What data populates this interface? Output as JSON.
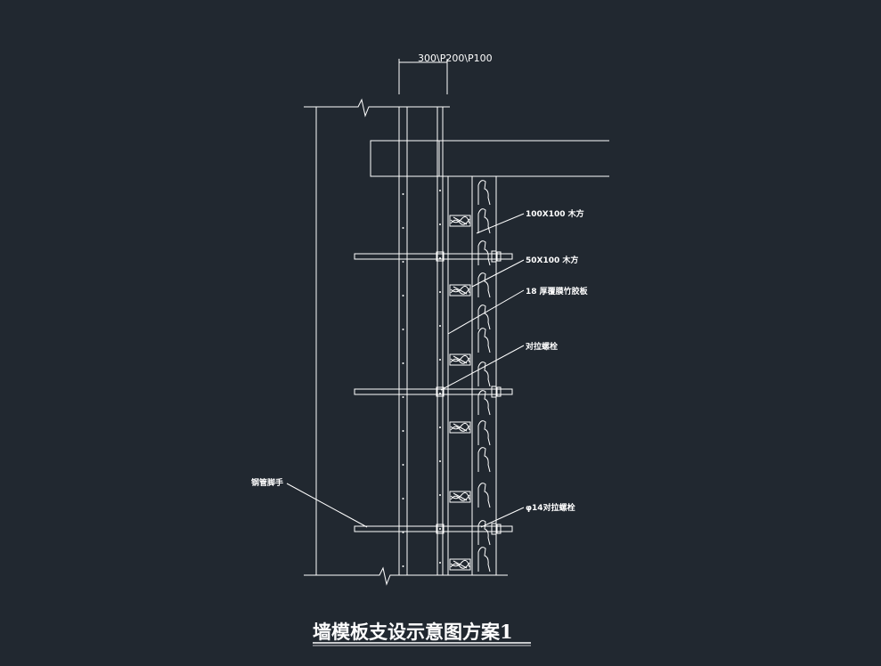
{
  "drawing": {
    "title": "墙模板支设示意图方案1",
    "dimension_text": "300\\P200\\P100",
    "labels": {
      "wood_100x100": "100X100 木方",
      "wood_50x100": "50X100 木方",
      "plywood_18": "18 厚覆膜竹胶板",
      "tie_bolt": "对拉螺栓",
      "steel_pipe": "钢管脚手",
      "phi14_bolt": "φ14对拉螺栓"
    }
  },
  "colors": {
    "background": "#212830",
    "line": "#ffffff"
  }
}
